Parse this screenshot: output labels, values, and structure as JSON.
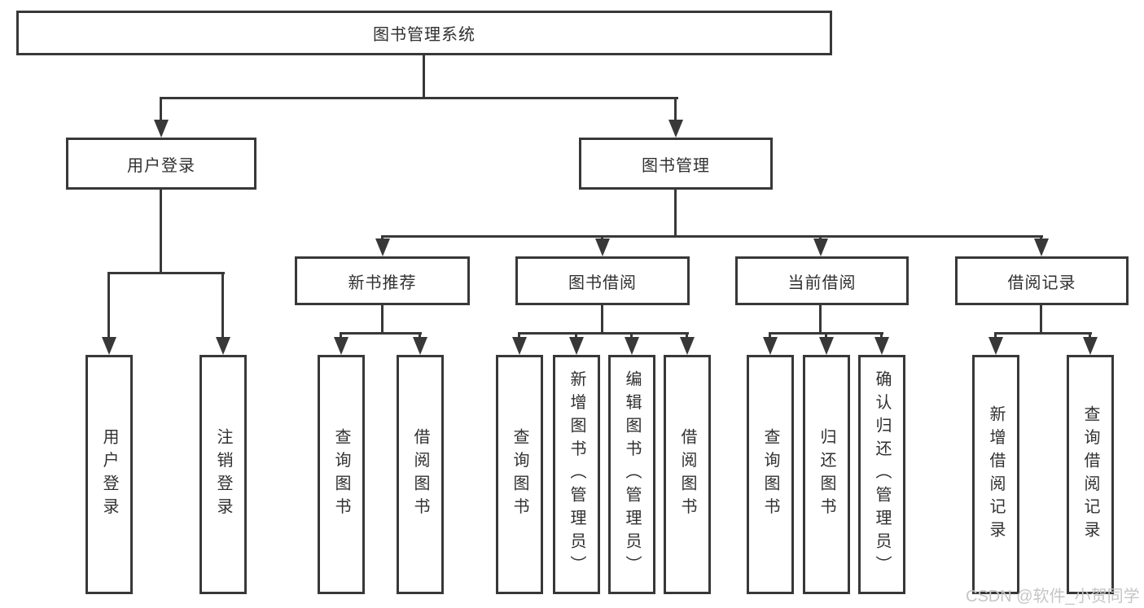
{
  "colors": {
    "line": "#383838",
    "text": "#303030",
    "watermark": "#c6c6c6",
    "background": "#ffffff"
  },
  "watermark": {
    "text": "CSDN @软件_小贺同学"
  },
  "tree": {
    "root": {
      "label": "图书管理系统"
    },
    "branches": [
      {
        "label": "用户登录",
        "leaves": [
          "用户登录",
          "注销登录"
        ]
      },
      {
        "label": "图书管理",
        "groups": [
          {
            "label": "新书推荐",
            "leaves": [
              "查询图书",
              "借阅图书"
            ]
          },
          {
            "label": "图书借阅",
            "leaves": [
              "查询图书",
              "新增图书（管理员）",
              "编辑图书（管理员）",
              "借阅图书"
            ]
          },
          {
            "label": "当前借阅",
            "leaves": [
              "查询图书",
              "归还图书",
              "确认归还（管理员）"
            ]
          },
          {
            "label": "借阅记录",
            "leaves": [
              "新增借阅记录",
              "查询借阅记录"
            ]
          }
        ]
      }
    ]
  }
}
